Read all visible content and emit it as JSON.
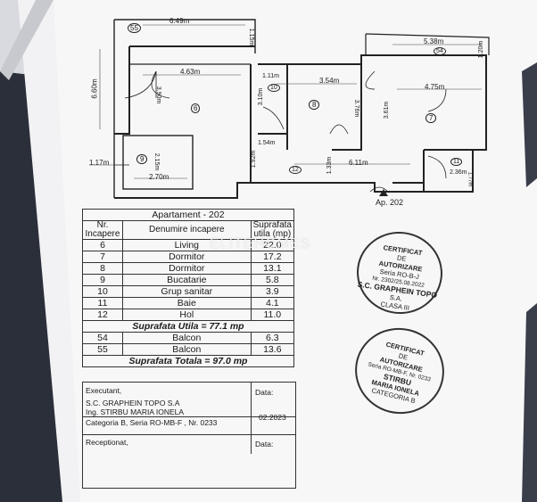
{
  "plan": {
    "rooms": [
      {
        "no": "6",
        "dims": [
          "4.63m",
          "3.90m"
        ]
      },
      {
        "no": "7",
        "dims": [
          "4.75m",
          "3.61m"
        ]
      },
      {
        "no": "8",
        "dims": [
          "3.54m",
          "3.76m"
        ]
      },
      {
        "no": "9",
        "dims": [
          "2.15m",
          "2.70m"
        ]
      },
      {
        "no": "10",
        "dims": [
          "1.11m",
          "3.10m"
        ]
      },
      {
        "no": "11",
        "dims": [
          "2.36m",
          "1.77m"
        ]
      },
      {
        "no": "12",
        "dims": [
          "1.54m",
          "1.92m",
          "1.33m",
          "6.11m"
        ]
      },
      {
        "no": "54",
        "dims": [
          "5.38m",
          "1.20m"
        ]
      },
      {
        "no": "55",
        "dims": [
          "6.49m",
          "1.15m",
          "6.60m",
          "1.17m"
        ]
      }
    ],
    "entrance": "Ap. 202"
  },
  "table": {
    "title": "Apartament -  202",
    "head": {
      "nr": "Nr. Incapere",
      "name": "Denumire incapere",
      "area": "Suprafata utila (mp)"
    },
    "rows": [
      {
        "nr": "6",
        "name": "Living",
        "area": "22.0"
      },
      {
        "nr": "7",
        "name": "Dormitor",
        "area": "17.2"
      },
      {
        "nr": "8",
        "name": "Dormitor",
        "area": "13.1"
      },
      {
        "nr": "9",
        "name": "Bucatarie",
        "area": "5.8"
      },
      {
        "nr": "10",
        "name": "Grup sanitar",
        "area": "3.9"
      },
      {
        "nr": "11",
        "name": "Baie",
        "area": "4.1"
      },
      {
        "nr": "12",
        "name": "Hol",
        "area": "11.0"
      }
    ],
    "util": "Suprafata Utila = 77.1 mp",
    "balc": [
      {
        "nr": "54",
        "name": "Balcon",
        "area": "6.3"
      },
      {
        "nr": "55",
        "name": "Balcon",
        "area": "13.6"
      }
    ],
    "total": "Suprafata Totala = 97.0 mp"
  },
  "sign": {
    "exec_label": "Executant,",
    "data_label": "Data:",
    "company": "S.C. GRAPHEIN TOPO S.A",
    "eng": "Ing. STIRBU MARIA IONELA",
    "cat": "Categoria B, Seria RO-MB-F , Nr. 0233",
    "date": "02.2023",
    "recv_label": "Receptionat,",
    "data_label2": "Data:"
  },
  "stamp1": {
    "l1": "CERTIFICAT",
    "l2": "DE",
    "l3": "AUTORIZARE",
    "l4": "Seria RO-B-J",
    "l5": "Nr. 2302/25.08.2022",
    "l6": "S.C. GRAPHEIN TOPO",
    "l7": "S.A.",
    "l8": "CLASA III"
  },
  "stamp2": {
    "l1": "CERTIFICAT",
    "l2": "DE",
    "l3": "AUTORIZARE",
    "l4": "Seria RO-MB-F, Nr. 0233",
    "l5": "STIRBU",
    "l6": "MARIA IONELA",
    "l7": "CATEGORIA B"
  },
  "watermark": "ELITEHOMES"
}
